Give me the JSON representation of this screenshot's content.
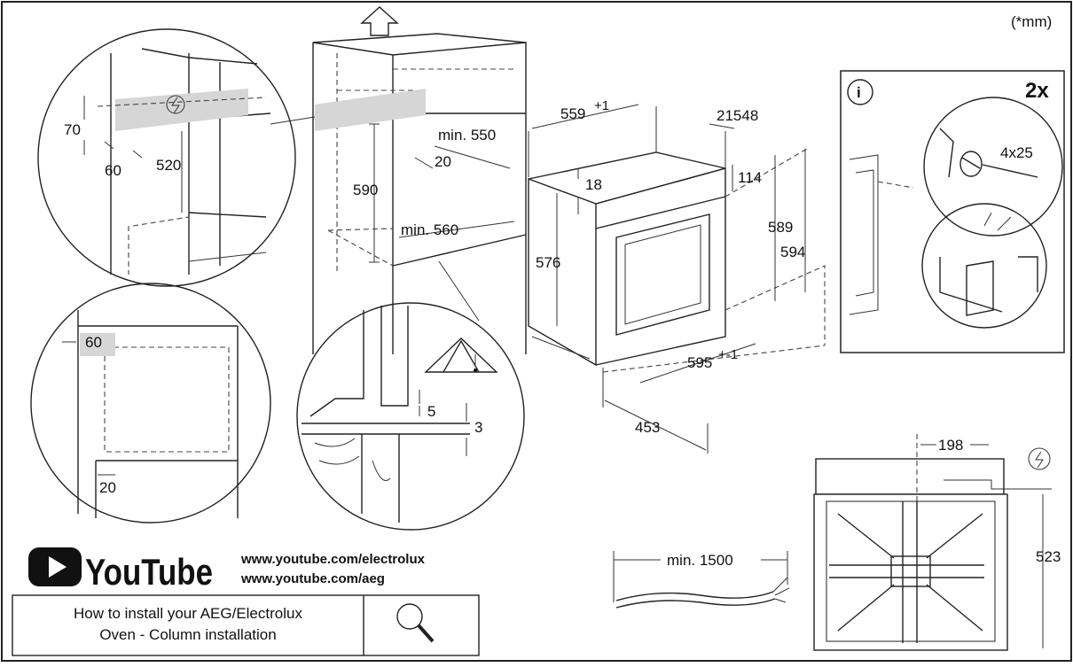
{
  "unit_note": "(*mm)",
  "panels": {
    "cabinet_top_detail": {
      "d70": "70",
      "d60": "60",
      "d520": "520"
    },
    "cabinet_column": {
      "d590": "590",
      "min550": "min. 550",
      "d20": "20",
      "min560": "min. 560"
    },
    "cabinet_bottom_detail": {
      "d60": "60",
      "d20": "20"
    },
    "shelf_detail": {
      "d5": "5",
      "d3": "3"
    },
    "oven_dimensions": {
      "d559": "559",
      "d559_tol": "+1",
      "d21548": "21548",
      "d18": "18",
      "d114": "114",
      "d576": "576",
      "d589": "589",
      "d594": "594",
      "d595": "595",
      "d595_tol": "+-1",
      "d453": "453"
    },
    "fixing": {
      "count": "2x",
      "screw": "4x25"
    },
    "cable": {
      "min1500": "min. 1500"
    },
    "top_view": {
      "d198": "198",
      "d523": "523"
    }
  },
  "youtube": {
    "logo_text": "YouTube",
    "url1": "www.youtube.com/electrolux",
    "url2": "www.youtube.com/aeg"
  },
  "howto": {
    "line1": "How to install your AEG/Electrolux",
    "line2": "Oven - Column installation"
  }
}
